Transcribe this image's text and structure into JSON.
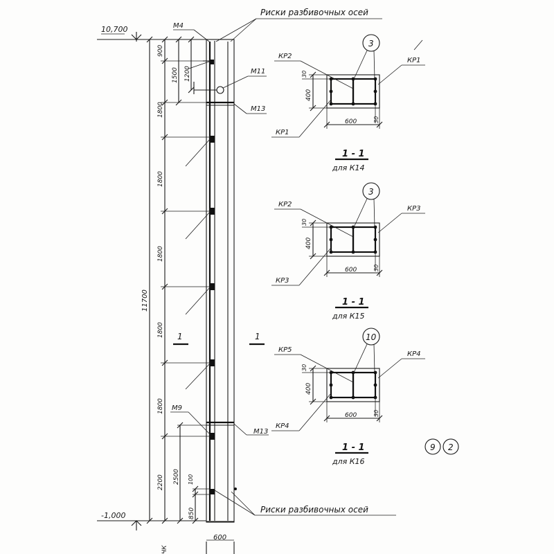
{
  "labels": {
    "risk_top": "Риски разбивочных осей",
    "risk_bottom": "Риски разбивочных осей",
    "elev_top": "10,700",
    "elev_bottom": "-1,000",
    "m4": "М4",
    "m11": "М11",
    "m13_top": "М13",
    "m13_bottom": "М13",
    "m9": "М9",
    "sec_left": "1",
    "sec_right": "1",
    "bottom_stub": "ЧК",
    "width_600": "600"
  },
  "dims_vertical": {
    "d900": "900",
    "d1500": "1500",
    "d1200": "1200",
    "d1800_a": "1800",
    "d1800_b": "1800",
    "d1800_c": "1800",
    "d1800_d": "1800",
    "d1800_e": "1800",
    "d11700": "11700",
    "d2200": "2200",
    "d2500": "2500",
    "d100": "100",
    "d850": "850"
  },
  "sections": [
    {
      "left_top": "КР2",
      "left_bottom": "КР1",
      "right_top": "КР1",
      "bubble": "3",
      "height": "400",
      "width": "600",
      "cover_top": "30",
      "cover_bottom": "30",
      "title": "1 - 1",
      "subtitle": "для К14"
    },
    {
      "left_top": "КР2",
      "left_bottom": "КР3",
      "right_top": "КР3",
      "bubble": "3",
      "height": "400",
      "width": "600",
      "cover_top": "30",
      "cover_bottom": "30",
      "title": "1 - 1",
      "subtitle": "для К15"
    },
    {
      "left_top": "КР5",
      "left_bottom": "КР4",
      "right_top": "КР4",
      "bubble": "10",
      "height": "400",
      "width": "600",
      "cover_top": "30",
      "cover_bottom": "30",
      "title": "1 - 1",
      "subtitle": "для К16"
    }
  ],
  "sheet_refs": {
    "left": "9",
    "right": "2"
  }
}
